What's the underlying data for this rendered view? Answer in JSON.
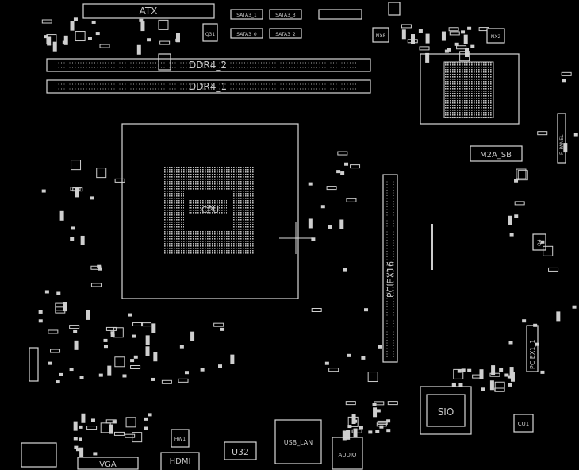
{
  "board": {
    "labels": {
      "atx": "ATX",
      "sata3_1": "SATA3_1",
      "sata3_3": "SATA3_3",
      "sata3_0": "SATA3_0",
      "sata3_2": "SATA3_2",
      "q31": "Q31",
      "nx8": "NX8",
      "nx2": "NX2",
      "ddr4_2": "DDR4_2",
      "ddr4_1": "DDR4_1",
      "cpu": "CPU",
      "m2a_sb": "M2A_SB",
      "f_panel": "F_PANEL",
      "q4": "Q4",
      "pciex16": "PCIEX16",
      "pciex1_1": "PCIEX1_1",
      "sio": "SIO",
      "cu1": "CU1",
      "hw1": "HW1",
      "hdmi": "HDMI",
      "u32": "U32",
      "usb_lan": "USB_LAN",
      "audio": "AUDIO",
      "vga": "VGA"
    },
    "colors": {
      "background": "#000000",
      "outline": "#d8d8d8"
    }
  }
}
